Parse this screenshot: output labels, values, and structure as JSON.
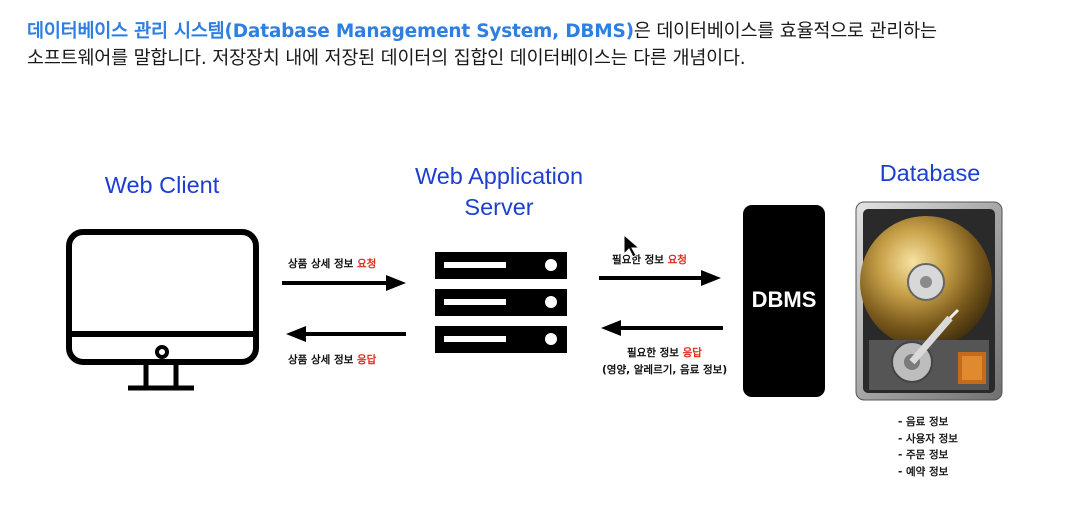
{
  "intro": {
    "highlight": "데이터베이스 관리 시스템(Database Management System, DBMS)",
    "line1_rest": "은 데이터베이스를 효율적으로 관리하는",
    "line2": "소프트웨어를 말합니다. 저장장치 내에 저장된 데이터의 집합인 데이터베이스는 다른 개념이다."
  },
  "client": {
    "label": "Web Client"
  },
  "server": {
    "label_line1": "Web Application",
    "label_line2": "Server"
  },
  "database": {
    "label": "Database",
    "items": [
      "음료 정보",
      "사용자 정보",
      "주문 정보",
      "예약 정보"
    ],
    "item_prefix": "-"
  },
  "dbms": {
    "label": "DBMS"
  },
  "arrows": {
    "client_to_server": {
      "text": "상품 상세 정보",
      "highlight": "요청"
    },
    "server_to_client": {
      "text": "상품 상세 정보",
      "highlight": "응답"
    },
    "server_to_dbms": {
      "text": "필요한 정보",
      "highlight": "요청"
    },
    "dbms_to_server": {
      "text": "필요한 정보",
      "highlight": "응답",
      "note": "(영양, 알레르기, 음료 정보)"
    }
  },
  "colors": {
    "highlight_blue": "#2f7fe0",
    "label_blue": "#1d3fd0",
    "accent_red": "#e02a1b"
  }
}
